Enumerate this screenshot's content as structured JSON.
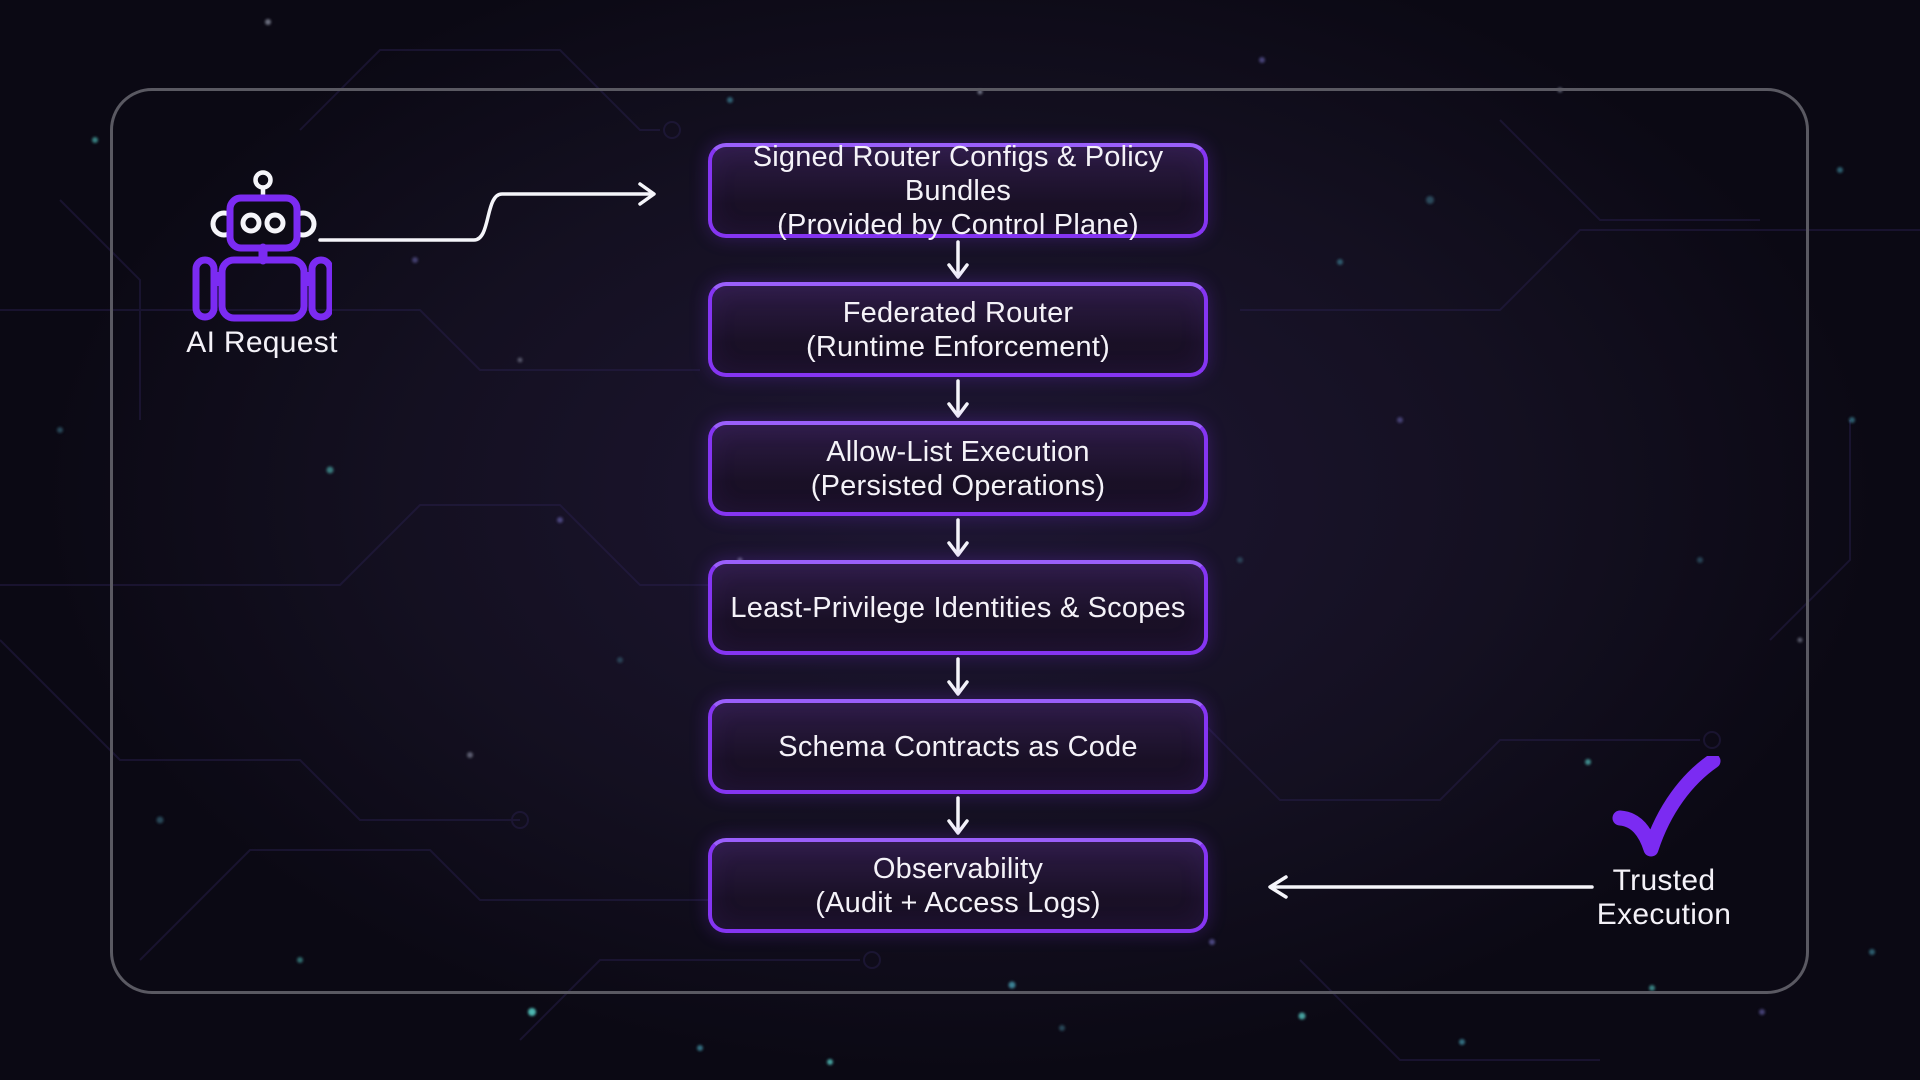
{
  "diagram": {
    "request_source": {
      "label": "AI Request",
      "icon": "robot-icon"
    },
    "flow": [
      {
        "line1": "Signed Router Configs & Policy Bundles",
        "line2": "(Provided by Control Plane)"
      },
      {
        "line1": "Federated Router",
        "line2": "(Runtime Enforcement)"
      },
      {
        "line1": "Allow-List Execution",
        "line2": "(Persisted Operations)"
      },
      {
        "line1": "Least-Privilege Identities & Scopes",
        "line2": ""
      },
      {
        "line1": "Schema Contracts as Code",
        "line2": ""
      },
      {
        "line1": "Observability",
        "line2": "(Audit + Access Logs)"
      }
    ],
    "result": {
      "line1": "Trusted",
      "line2": "Execution",
      "icon": "checkmark-icon"
    },
    "icons": {
      "robot": "robot-icon",
      "checkmark": "✓",
      "arrow_right": "→",
      "arrow_down": "↓",
      "arrow_left": "←"
    },
    "colors": {
      "accent_purple": "#8535f2",
      "icon_purple": "#7b2bf2",
      "box_border": "#8a3bf5",
      "box_fill": "#1a1128",
      "frame_border": "#5a5962",
      "background": "#0b0914",
      "text": "#f4f2f8",
      "star_teal": "#5fe3da"
    }
  }
}
